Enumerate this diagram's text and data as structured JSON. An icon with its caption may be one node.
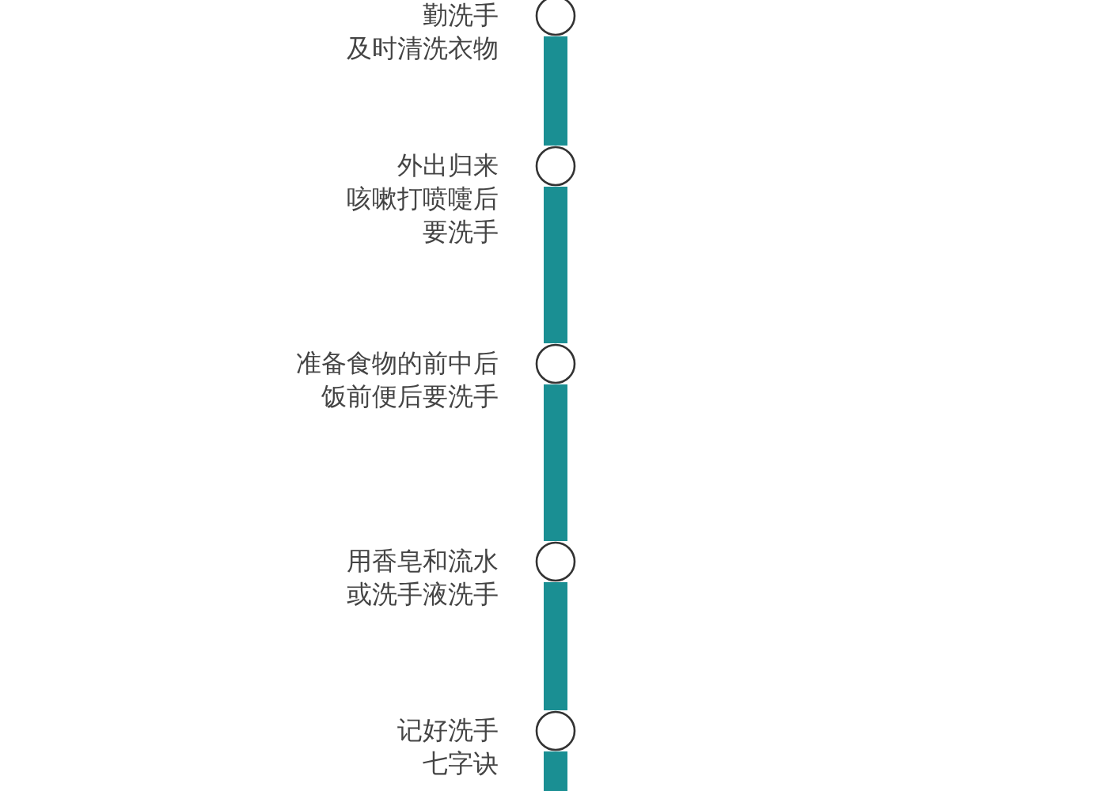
{
  "diagram": {
    "nodes": [
      {
        "text": [],
        "shape": "circle",
        "beside": [
          "勤洗手及时清洗衣物"
        ]
      },
      {
        "text": [],
        "shape": "circle",
        "beside": [
          "外出归来咳嗽打喷嚏后要洗手"
        ]
      },
      {
        "text": [],
        "shape": "circle",
        "beside": [
          "准备食物的前中后饭前便后要洗手"
        ]
      },
      {
        "text": [],
        "shape": "circle",
        "beside": [
          "用香皂和流水或洗手液洗手"
        ]
      },
      {
        "text": [],
        "shape": "circle",
        "beside": [
          "记好洗手七字诀"
        ]
      }
    ],
    "edges": [
      {
        "from": 0,
        "to": 1,
        "arrow": "none"
      },
      {
        "from": 1,
        "to": 2,
        "arrow": "none"
      },
      {
        "from": 2,
        "to": 3,
        "arrow": "none"
      },
      {
        "from": 3,
        "to": 4,
        "arrow": "none"
      }
    ]
  }
}
